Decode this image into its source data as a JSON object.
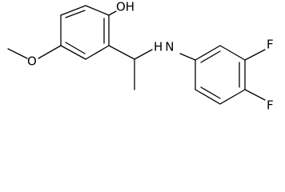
{
  "molecule": {
    "atoms": {
      "hydroxyl": "OH",
      "amine": "H N",
      "methoxy_oxygen": "O",
      "fluorine_3": "F",
      "fluorine_4": "F"
    },
    "colors": {
      "bond": "#000000",
      "label": "#000000",
      "background": "#ffffff"
    }
  }
}
